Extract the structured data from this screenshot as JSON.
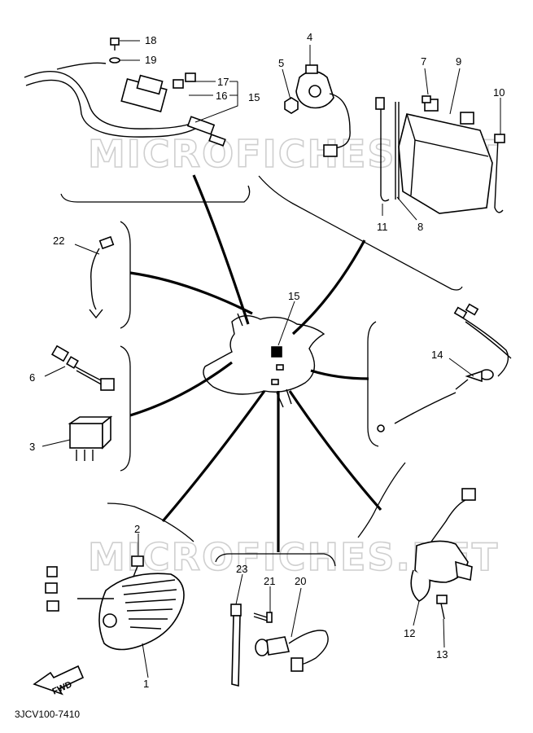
{
  "diagram_code": "3JCV100-7410",
  "watermarks": [
    "MICROFICHES.NET",
    "MICROFICHES.NET"
  ],
  "fwd_label": "FWD",
  "callouts": {
    "c1": "1",
    "c2": "2",
    "c3": "3",
    "c4": "4",
    "c5": "5",
    "c6": "6",
    "c7": "7",
    "c8": "8",
    "c9": "9",
    "c10": "10",
    "c11": "11",
    "c12": "12",
    "c13": "13",
    "c14": "14",
    "c15a": "15",
    "c15b": "15",
    "c16": "16",
    "c17": "17",
    "c18": "18",
    "c19": "19",
    "c20": "20",
    "c21": "21",
    "c22": "22",
    "c23": "23"
  }
}
